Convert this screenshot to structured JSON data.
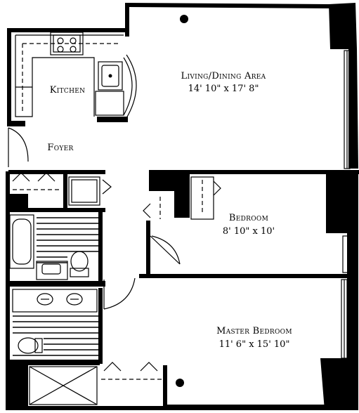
{
  "rooms": {
    "living": {
      "name": "Living/Dining Area",
      "dims": "14' 10\" x 17' 8\""
    },
    "kitchen": {
      "name": "Kitchen"
    },
    "foyer": {
      "name": "Foyer"
    },
    "bedroom": {
      "name": "Bedroom",
      "dims": "8' 10\" x 10'"
    },
    "master": {
      "name": "Master Bedroom",
      "dims": "11' 6\" x 15' 10\""
    }
  },
  "colors": {
    "ink": "#000000",
    "paper": "#ffffff"
  }
}
